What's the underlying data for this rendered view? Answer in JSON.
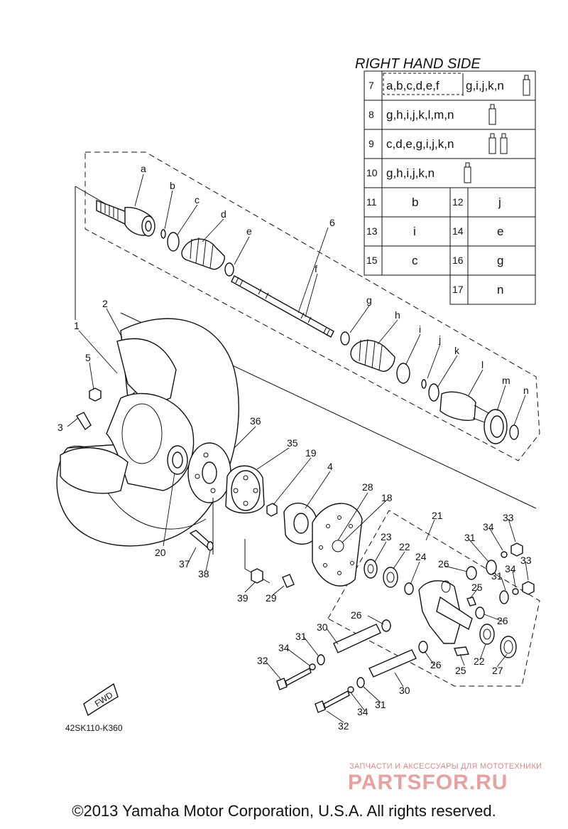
{
  "table": {
    "title": "RIGHT HAND SIDE",
    "rows": [
      {
        "num": "7",
        "boxed": "a,b,c,d,e,f",
        "rest": "g,i,j,k,n"
      },
      {
        "num": "8",
        "text": "g,h,i,j,k,l,m,n"
      },
      {
        "num": "9",
        "text": "c,d,e,g,i,j,k,n"
      },
      {
        "num": "10",
        "text": "g,h,i,j,k,n"
      }
    ],
    "pairs": [
      {
        "n1": "11",
        "v1": "b",
        "n2": "12",
        "v2": "j"
      },
      {
        "n1": "13",
        "v1": "i",
        "n2": "14",
        "v2": "e"
      },
      {
        "n1": "15",
        "v1": "c",
        "n2": "16",
        "v2": "g"
      }
    ],
    "last": {
      "num": "17",
      "val": "n"
    }
  },
  "callouts": {
    "a": "a",
    "b": "b",
    "c": "c",
    "d": "d",
    "e": "e",
    "f": "f",
    "g": "g",
    "h": "h",
    "i": "i",
    "j": "j",
    "k": "k",
    "l": "l",
    "m": "m",
    "n": "n",
    "n1": "1",
    "n2": "2",
    "n3": "3",
    "n4": "4",
    "n5": "5",
    "n6": "6",
    "n18": "18",
    "n19": "19",
    "n20": "20",
    "n21": "21",
    "n22a": "22",
    "n22b": "22",
    "n23": "23",
    "n24": "24",
    "n25a": "25",
    "n25b": "25",
    "n26a": "26",
    "n26b": "26",
    "n26c": "26",
    "n26d": "26",
    "n27": "27",
    "n28": "28",
    "n29": "29",
    "n30a": "30",
    "n30b": "30",
    "n31a": "31",
    "n31b": "31",
    "n31c": "31",
    "n31d": "31",
    "n32a": "32",
    "n32b": "32",
    "n33a": "33",
    "n33b": "33",
    "n34a": "34",
    "n34b": "34",
    "n34c": "34",
    "n34d": "34",
    "n35": "35",
    "n36": "36",
    "n37": "37",
    "n38": "38",
    "n39": "39"
  },
  "fwd_label": "FWD",
  "diagram_code": "42SK110-K360",
  "watermark": {
    "subtitle": "ЗАПЧАСТИ И АКСЕССУАРЫ ДЛЯ МОТОТЕХНИКИ",
    "brand": "PARTSFOR.RU"
  },
  "copyright": "©2013 Yamaha Motor Corporation, U.S.A. All rights reserved."
}
